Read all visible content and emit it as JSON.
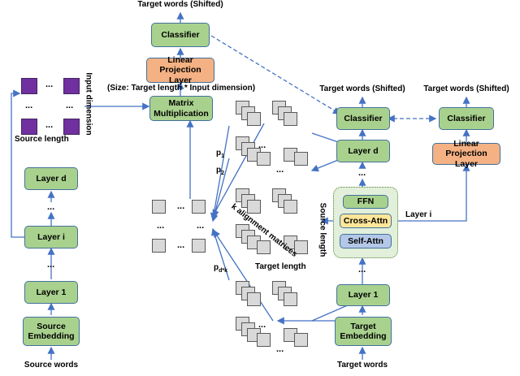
{
  "colors": {
    "green": "#a9d18e",
    "orange": "#f4b183",
    "yellow": "#ffe699",
    "blue": "#b4c7e7",
    "purple": "#7030a0",
    "line": "#4472c4"
  },
  "top_target": "Target words (Shifted)",
  "center": {
    "classifier": "Classifier",
    "linear_projection": "Linear Projection Layer",
    "matrix_mult": "Matrix Multiplication",
    "size_note": "(Size: Target length * Input dimension)"
  },
  "left": {
    "input_dimension": "Input dimension",
    "source_length": "Source length",
    "layer_d": "Layer d",
    "layer_i": "Layer i",
    "layer_1": "Layer 1",
    "source_embedding": "Source Embedding",
    "source_words": "Source words",
    "dots": "..."
  },
  "alignment": {
    "p1": "p",
    "p1_sub": "1",
    "p2": "p",
    "p2_sub": "2",
    "pdk": "p",
    "pdk_sub": "d*k",
    "k_matrices": "k alignment matrices",
    "source_length": "Source length",
    "target_length": "Target length",
    "dots": "..."
  },
  "right": {
    "target_shifted_1": "Target words (Shifted)",
    "target_shifted_2": "Target words (Shifted)",
    "classifier_1": "Classifier",
    "classifier_2": "Classifier",
    "layer_d": "Layer d",
    "ffn": "FFN",
    "cross_attn": "Cross-Attn",
    "self_attn": "Self-Attn",
    "layer_i": "Layer i",
    "linear_projection": "Linear Projection Layer",
    "layer_1": "Layer 1",
    "target_embedding": "Target Embedding",
    "target_words": "Target words",
    "dots": "..."
  }
}
